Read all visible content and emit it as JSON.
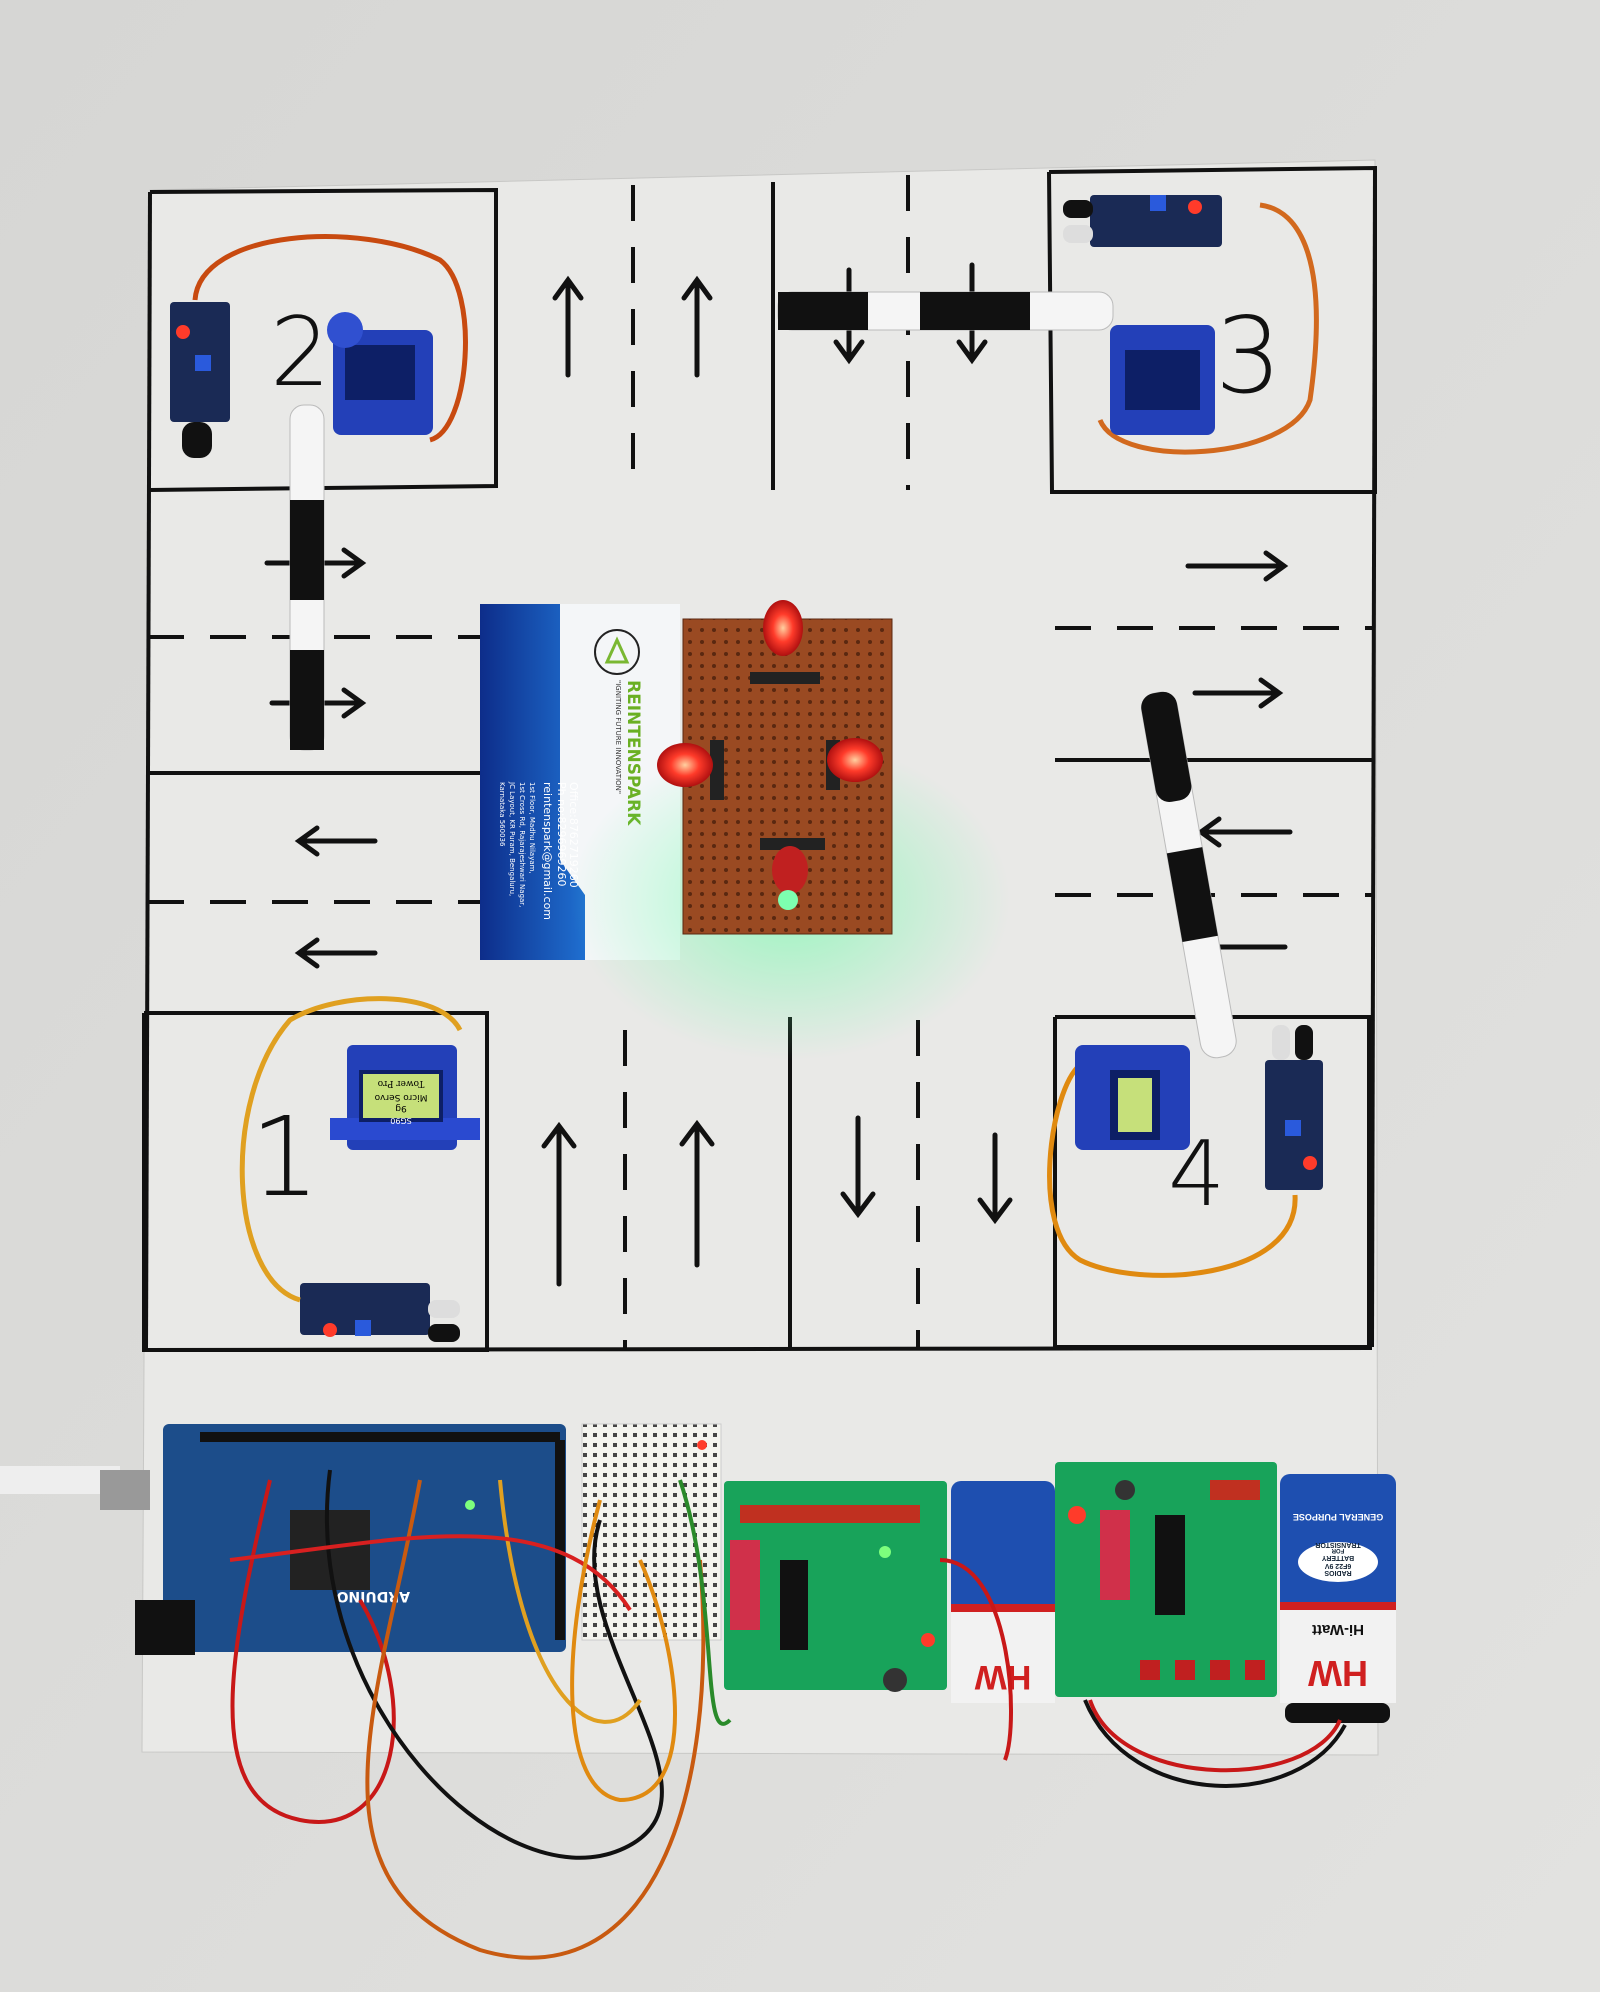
{
  "scene": {
    "description_free": true,
    "junction_numbers": [
      "1",
      "2",
      "3",
      "4"
    ],
    "business_card": {
      "brand": "REINTENSPARK",
      "tagline": "\"IGNITING FUTURE INNOVATION\"",
      "office": "Office:8762719260",
      "phone": "Ph no:8296969260",
      "email": "reintenspark@gmail.com",
      "address": [
        "1st Floor, Madhu Nilayam,",
        "1st Cross Rd, Rajarajeshwari Nagar,",
        "JC Layout, KR Puram, Bengaluru,",
        "Karnataka 560036"
      ]
    },
    "servo_label": {
      "brand": "Tower Pro",
      "model": "Micro Servo",
      "weight": "9g",
      "code": "SG90"
    },
    "arduino_label": "ARDUINO",
    "battery": {
      "brand_logo": "HW",
      "brand": "Hi-Watt",
      "type": "GENERAL PURPOSE",
      "spec": [
        "6F22 9V",
        "BATTERY",
        "FOR",
        "TRANSISTOR",
        "RADIOS"
      ]
    },
    "colors": {
      "road_line": "#111111",
      "led_red": "#ff3b2a",
      "led_green": "#3dff8a",
      "servo_blue": "#2340b8",
      "pcb_green": "#18a35a",
      "arduino_blue": "#1c4d8a",
      "battery_blue": "#1e4fb0"
    }
  }
}
